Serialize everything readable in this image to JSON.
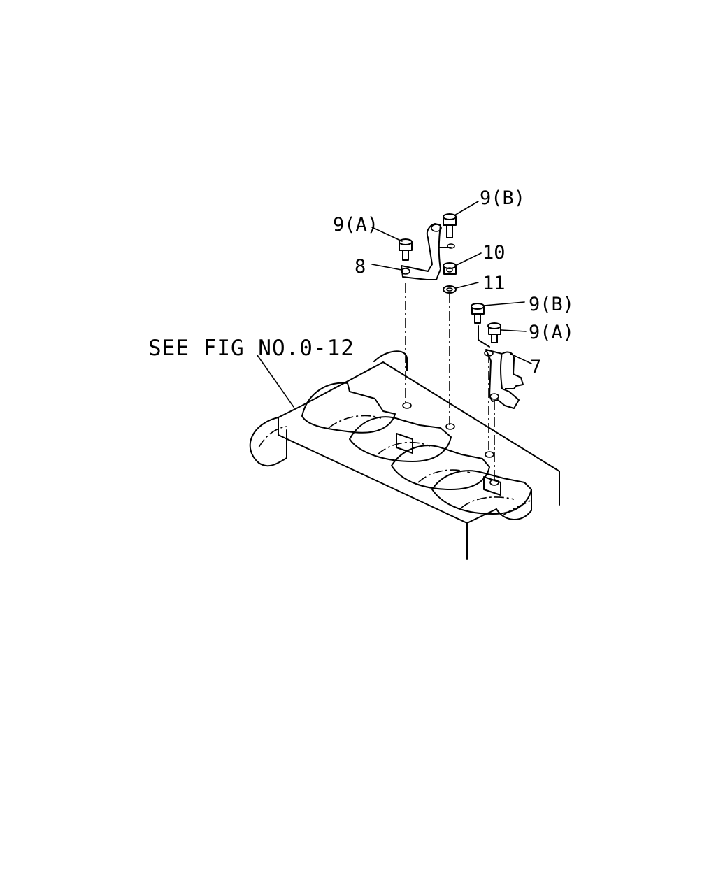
{
  "diagram": {
    "reference_note": "SEE FIG NO.0-12",
    "callouts": {
      "bolt_9a_left": "9(A)",
      "bolt_9b_top": "9(B)",
      "bracket_8": "8",
      "nut_10": "10",
      "washer_11": "11",
      "bolt_9b_right": "9(B)",
      "bolt_9a_right": "9(A)",
      "bracket_7": "7"
    }
  }
}
